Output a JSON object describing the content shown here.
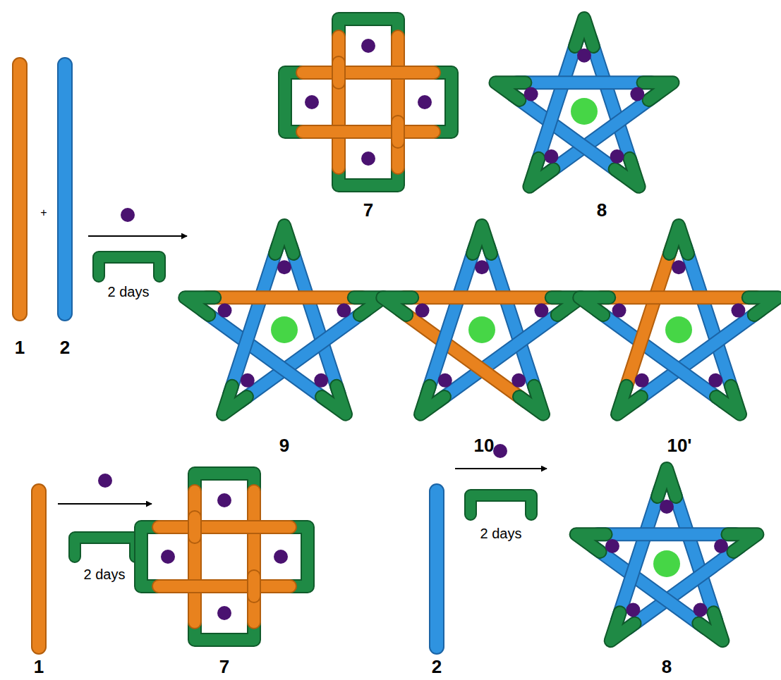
{
  "diagram": {
    "labels": [
      "7",
      "8",
      "1",
      "+",
      "2",
      "2 days",
      "9",
      "10",
      "10'",
      "1",
      "2 days",
      "7",
      "2",
      "2 days",
      "8"
    ]
  }
}
